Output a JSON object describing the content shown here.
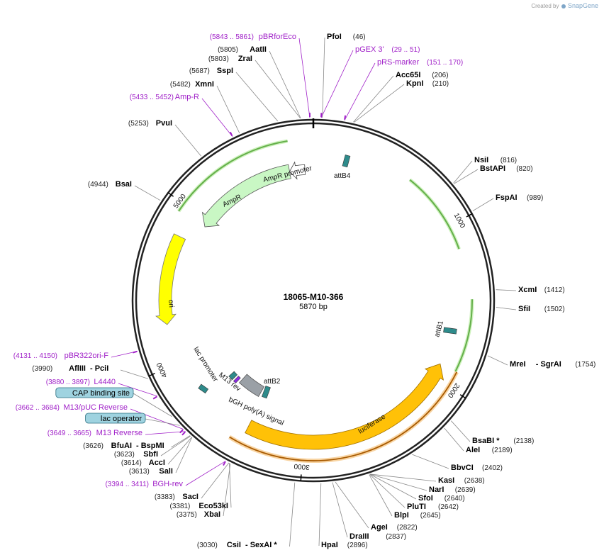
{
  "credit": {
    "prefix": "Created by",
    "brand": "SnapGene"
  },
  "plasmid": {
    "name": "18065-M10-366",
    "length": "5870 bp"
  },
  "colors": {
    "primer": "#a020c8",
    "backbone": "#222222",
    "ampr": "#c9f7c4",
    "ori": "#ffff00",
    "luciferase": "#ffc107",
    "bgh": "#9aa0a6",
    "att": "#2e8b8b",
    "regulatory": "#9fd3e0"
  },
  "ticks": [
    {
      "label": "1000",
      "pos": 1000
    },
    {
      "label": "2000",
      "pos": 2000
    },
    {
      "label": "3000",
      "pos": 3000
    },
    {
      "label": "4000",
      "pos": 4000
    },
    {
      "label": "5000",
      "pos": 5000
    }
  ],
  "features": [
    {
      "label": "AmpR promoter"
    },
    {
      "label": "AmpR"
    },
    {
      "label": "attB4"
    },
    {
      "label": "ori"
    },
    {
      "label": "attB1"
    },
    {
      "label": "luciferase"
    },
    {
      "label": "lac promoter"
    },
    {
      "label": "M13 rev"
    },
    {
      "label": "bGH poly(A) signal"
    },
    {
      "label": "attB2"
    }
  ],
  "left_labels": [
    {
      "kind": "primer",
      "pos": "(5843 .. 5861)",
      "name": "pBRforEco",
      "site": 5852
    },
    {
      "kind": "enzyme",
      "pos": "(5805)",
      "name": "AatII",
      "site": 5805
    },
    {
      "kind": "enzyme",
      "pos": "(5803)",
      "name": "ZraI",
      "site": 5803
    },
    {
      "kind": "enzyme",
      "pos": "(5687)",
      "name": "SspI",
      "site": 5687
    },
    {
      "kind": "enzyme",
      "pos": "(5482)",
      "name": "XmnI",
      "site": 5482
    },
    {
      "kind": "primer",
      "pos": "(5433 .. 5452)",
      "name": "Amp-R",
      "site": 5442
    },
    {
      "kind": "enzyme",
      "pos": "(5253)",
      "name": "PvuI",
      "site": 5253
    },
    {
      "kind": "enzyme",
      "pos": "(4944)",
      "name": "BsaI",
      "site": 4944
    },
    {
      "kind": "primer",
      "pos": "(4131 .. 4150)",
      "name": "pBR322ori-F",
      "site": 4140
    },
    {
      "kind": "enzyme",
      "pos": "(3990)",
      "name": "AflIII",
      "extra": "- PciI",
      "site": 3990
    },
    {
      "kind": "primer",
      "pos": "(3880 .. 3897)",
      "name": "L4440",
      "site": 3888
    },
    {
      "kind": "box",
      "name": "CAP binding site",
      "site": 3760
    },
    {
      "kind": "primer",
      "pos": "(3662 .. 3684)",
      "name": "M13/pUC Reverse",
      "site": 3673
    },
    {
      "kind": "box",
      "name": "lac operator",
      "site": 3700
    },
    {
      "kind": "primer",
      "pos": "(3649 .. 3665)",
      "name": "M13 Reverse",
      "site": 3657
    },
    {
      "kind": "enzyme",
      "pos": "(3626)",
      "name": "BfuAI",
      "extra": "- BspMI",
      "site": 3626
    },
    {
      "kind": "enzyme",
      "pos": "(3623)",
      "name": "SbfI",
      "site": 3623
    },
    {
      "kind": "enzyme",
      "pos": "(3614)",
      "name": "AccI",
      "site": 3614
    },
    {
      "kind": "enzyme",
      "pos": "(3613)",
      "name": "SalI",
      "site": 3613
    },
    {
      "kind": "primer",
      "pos": "(3394 .. 3411)",
      "name": "BGH-rev",
      "site": 3402
    },
    {
      "kind": "enzyme",
      "pos": "(3383)",
      "name": "SacI",
      "site": 3383
    },
    {
      "kind": "enzyme",
      "pos": "(3381)",
      "name": "Eco53kI",
      "site": 3381
    },
    {
      "kind": "enzyme",
      "pos": "(3375)",
      "name": "XbaI",
      "site": 3375
    },
    {
      "kind": "enzyme",
      "pos": "(3030)",
      "name": "CsiI",
      "extra": "- SexAI *",
      "site": 3030
    }
  ],
  "right_labels": [
    {
      "kind": "enzyme",
      "name": "PfoI",
      "pos": "(46)",
      "site": 46
    },
    {
      "kind": "primer",
      "name": "pGEX 3'",
      "pos": "(29 .. 51)",
      "site": 40
    },
    {
      "kind": "primer",
      "name": "pRS-marker",
      "pos": "(151 .. 170)",
      "site": 160
    },
    {
      "kind": "enzyme",
      "name": "Acc65I",
      "pos": "(206)",
      "site": 206
    },
    {
      "kind": "enzyme",
      "name": "KpnI",
      "pos": "(210)",
      "site": 210
    },
    {
      "kind": "enzyme",
      "name": "NsiI",
      "pos": "(816)",
      "site": 816
    },
    {
      "kind": "enzyme",
      "name": "BstAPI",
      "pos": "(820)",
      "site": 820
    },
    {
      "kind": "enzyme",
      "name": "FspAI",
      "pos": "(989)",
      "site": 989
    },
    {
      "kind": "enzyme",
      "name": "XcmI",
      "pos": "(1412)",
      "site": 1412
    },
    {
      "kind": "enzyme",
      "name": "SfiI",
      "pos": "(1502)",
      "site": 1502
    },
    {
      "kind": "enzyme",
      "name": "MreI",
      "extra": "- SgrAI",
      "pos": "(1754)",
      "site": 1754
    },
    {
      "kind": "enzyme",
      "name": "BsaBI *",
      "pos": "(2138)",
      "site": 2138
    },
    {
      "kind": "enzyme",
      "name": "AleI",
      "pos": "(2189)",
      "site": 2189
    },
    {
      "kind": "enzyme",
      "name": "BbvCI",
      "pos": "(2402)",
      "site": 2402
    },
    {
      "kind": "enzyme",
      "name": "KasI",
      "pos": "(2638)",
      "site": 2638
    },
    {
      "kind": "enzyme",
      "name": "NarI",
      "pos": "(2639)",
      "site": 2639
    },
    {
      "kind": "enzyme",
      "name": "SfoI",
      "pos": "(2640)",
      "site": 2640
    },
    {
      "kind": "enzyme",
      "name": "PluTI",
      "pos": "(2642)",
      "site": 2642
    },
    {
      "kind": "enzyme",
      "name": "BlpI",
      "pos": "(2645)",
      "site": 2645
    },
    {
      "kind": "enzyme",
      "name": "AgeI",
      "pos": "(2822)",
      "site": 2822
    },
    {
      "kind": "enzyme",
      "name": "DraIII",
      "pos": "(2837)",
      "site": 2837
    },
    {
      "kind": "enzyme",
      "name": "HpaI",
      "pos": "(2896)",
      "site": 2896
    }
  ]
}
